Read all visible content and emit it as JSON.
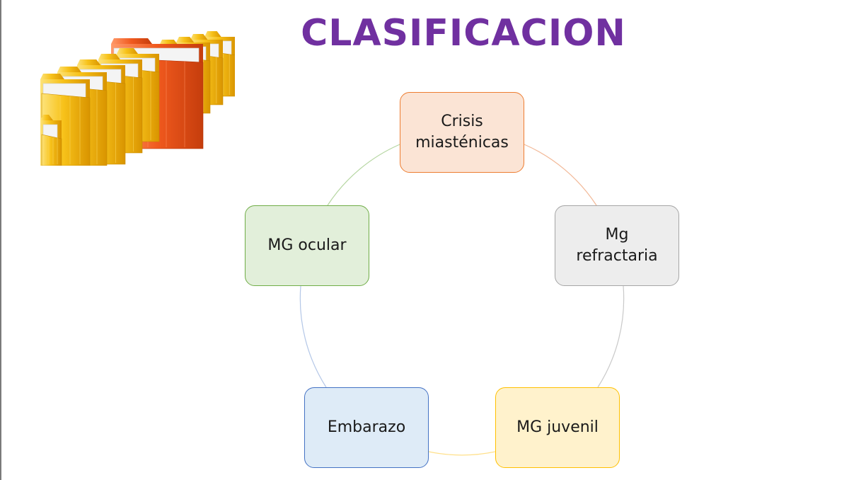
{
  "title": "CLASIFICACION",
  "image": {
    "icon": "file-folders-illustration"
  },
  "diagram": {
    "type": "cycle",
    "nodes": [
      {
        "id": "crisis",
        "label": "Crisis miasténicas",
        "fill": "#fbe4d5",
        "stroke": "#ed7d31"
      },
      {
        "id": "refractaria",
        "label": "Mg refractaria",
        "fill": "#ededed",
        "stroke": "#a5a5a5"
      },
      {
        "id": "juvenil",
        "label": "MG juvenil",
        "fill": "#fff2cc",
        "stroke": "#ffc000"
      },
      {
        "id": "embarazo",
        "label": "Embarazo",
        "fill": "#deebf7",
        "stroke": "#4472c4"
      },
      {
        "id": "ocular",
        "label": "MG ocular",
        "fill": "#e2efda",
        "stroke": "#70ad47"
      }
    ]
  },
  "colors": {
    "title": "#7030a0",
    "folder_yellow": "#f5b400",
    "folder_red": "#e8501a"
  }
}
